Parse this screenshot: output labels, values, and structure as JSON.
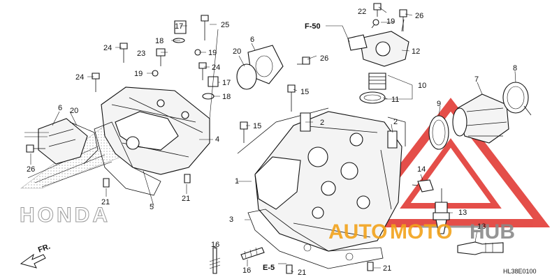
{
  "callouts": {
    "c1": "1",
    "c2a": "2",
    "c2b": "2",
    "c3": "3",
    "c4": "4",
    "c5": "5",
    "c6a": "6",
    "c6b": "6",
    "c7": "7",
    "c8": "8",
    "c9": "9",
    "c10": "10",
    "c11": "11",
    "c12": "12",
    "c13a": "13",
    "c13b": "13",
    "c14": "14",
    "c15a": "15",
    "c15b": "15",
    "c16a": "16",
    "c16b": "16",
    "c17a": "17",
    "c17b": "17",
    "c18a": "18",
    "c18b": "18",
    "c19a": "19",
    "c19b": "19",
    "c19c": "19",
    "c20a": "20",
    "c20b": "20",
    "c21a": "21",
    "c21b": "21",
    "c21c": "21",
    "c21d": "21",
    "c22": "22",
    "c23": "23",
    "c24a": "24",
    "c24b": "24",
    "c24c": "24",
    "c25": "25",
    "c26a": "26",
    "c26b": "26",
    "c26c": "26"
  },
  "refs": {
    "f50": "F-50",
    "e5": "E-5",
    "fr": "FR."
  },
  "logos": {
    "honda": "HONDA",
    "watermark_part1": "AUTO",
    "watermark_part2": "MOTO",
    "watermark_part3": "HUB"
  },
  "diagram_code": "HL38E0100",
  "colors": {
    "watermark_red": "#e0302a",
    "watermark_orange": "#f2a31b",
    "watermark_grey": "#8a8a8a",
    "line": "#111111"
  }
}
